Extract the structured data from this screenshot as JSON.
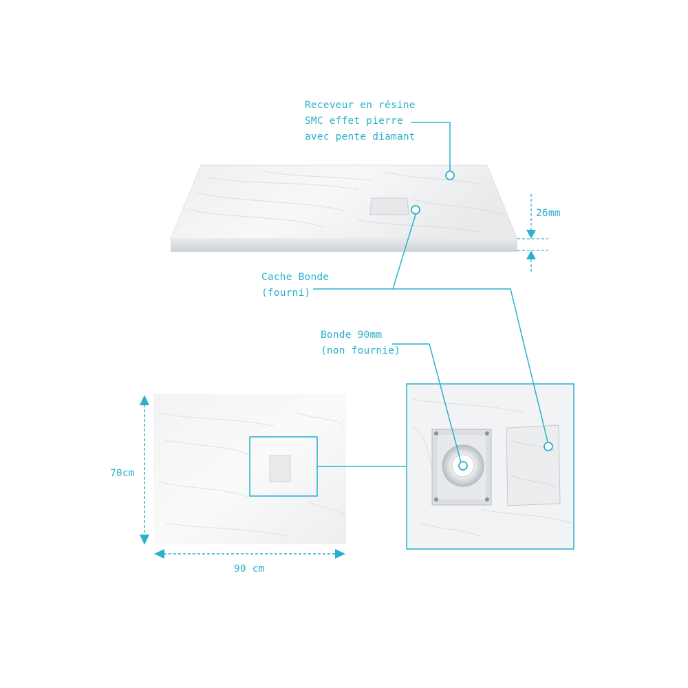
{
  "colors": {
    "accent": "#29b0cc",
    "stone": "#f1f2f3",
    "stone_shadow": "#d7d9dc",
    "drain_metal": "#d4d6d9"
  },
  "labels": {
    "receveur": [
      "Receveur en résine",
      "SMC effet pierre",
      "avec pente diamant"
    ],
    "thickness": "26mm",
    "cache_bonde": [
      "Cache Bonde",
      "(fourni)"
    ],
    "bonde": [
      "Bonde 90mm",
      "(non fournie)"
    ],
    "height": "70cm",
    "width": "90 cm"
  }
}
